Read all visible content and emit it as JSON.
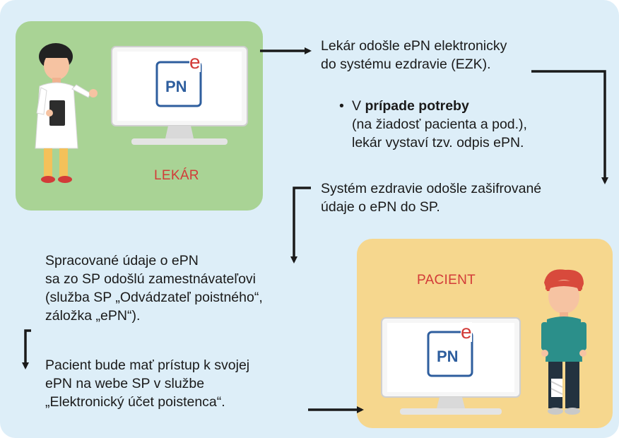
{
  "colors": {
    "background": "#ddeef8",
    "doctor_box": "#a9d395",
    "patient_box": "#f6d78e",
    "role_label": "#d23b38",
    "epn_blue": "#2e5e9e",
    "epn_red": "#d23b38",
    "arrow": "#1a1a1a"
  },
  "doctor": {
    "role_label": "LEKÁR",
    "monitor_logo": {
      "text": "PN",
      "superscript": "e"
    }
  },
  "patient": {
    "role_label": "PACIENT",
    "monitor_logo": {
      "text": "PN",
      "superscript": "e"
    }
  },
  "steps": {
    "step1": {
      "line1": "Lekár odošle ePN elektronicky",
      "line2": "do systému ezdravie (EZK)."
    },
    "bullet": {
      "symbol": "•",
      "prefix": "V ",
      "bold": "prípade potreby",
      "line2": "(na žiadosť pacienta a pod.),",
      "line3": "lekár vystaví tzv. odpis ePN."
    },
    "step2": {
      "line1": "Systém ezdravie odošle zašifrované",
      "line2": "údaje o ePN do SP."
    },
    "step3": {
      "line1": "Spracované údaje o ePN",
      "line2": "sa zo SP odošlú zamestnávateľovi",
      "line3": "(služba SP „Odvádzateľ poistného“,",
      "line4": "záložka „ePN“)."
    },
    "step4": {
      "line1": "Pacient bude mať prístup k svojej",
      "line2": "ePN na webe SP v službe",
      "line3": "„Elektronický účet poistenca“."
    }
  },
  "icons": {
    "doctor_figure": "doctor-icon",
    "patient_figure": "patient-icon",
    "monitor": "monitor-icon",
    "arrows": "arrow-icon"
  }
}
